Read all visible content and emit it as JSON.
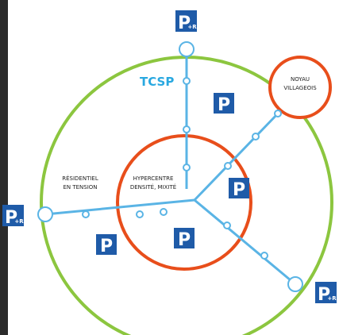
{
  "labels": {
    "tcsp": "TCSP",
    "noyau_line1": "NOYAU",
    "noyau_line2": "VILLAGEOIS",
    "residentiel_line1": "RÉSIDENTIEL",
    "residentiel_line2": "EN TENSION",
    "hypercentre_line1": "HYPERCENTRE",
    "hypercentre_line2": "DENSITÉ, MIXITÉ"
  },
  "parking": {
    "p_label": "P",
    "pr_label": "P",
    "pr_suffix": "+R"
  },
  "colors": {
    "outer_ring": "#8cc63f",
    "inner_ring": "#e84e1b",
    "village_ring": "#e84e1b",
    "transit_line": "#5ab4e5",
    "parking_bg": "#1f5ba8",
    "tcsp_text": "#29a8e0",
    "label_text": "#222222",
    "photo_edge": "#2b2b2b"
  },
  "icons": {
    "parking": "parking-sign-icon",
    "park_and_ride": "park-and-ride-sign-icon",
    "station": "station-dot-icon"
  }
}
